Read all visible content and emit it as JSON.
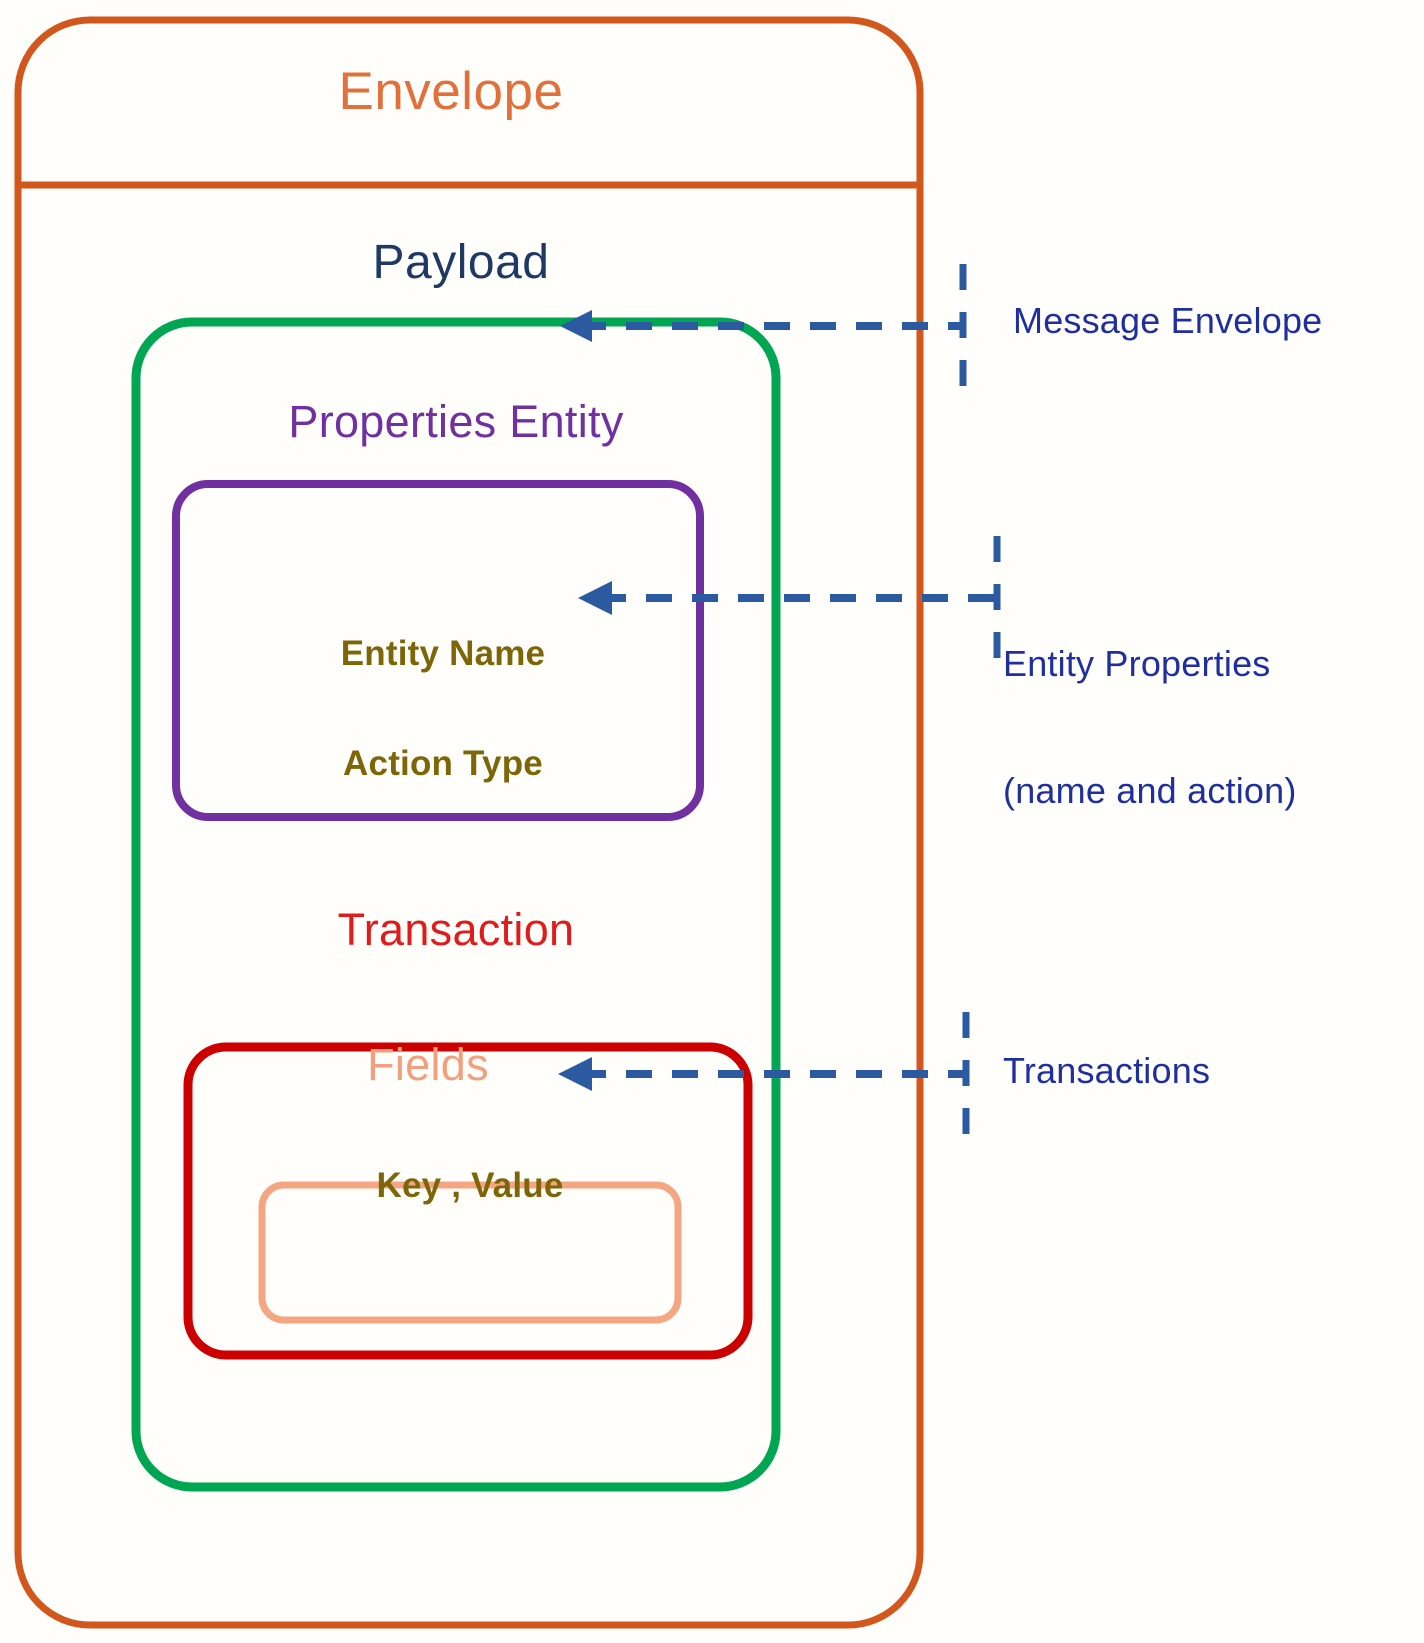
{
  "diagram": {
    "type": "nested-container-diagram",
    "background_color": "#fffefb",
    "containers": [
      {
        "name": "Envelope",
        "label": "Envelope",
        "border_color": "#d2571c",
        "label_color": "#e2703a",
        "level": 0
      },
      {
        "name": "Payload",
        "label": "Payload",
        "border_color": "#00a651",
        "label_color": "#1f3864",
        "level": 1
      },
      {
        "name": "Properties Entity",
        "label": "Properties Entity",
        "border_color": "#7030a0",
        "label_color": "#7030a0",
        "level": 2
      },
      {
        "name": "Transaction",
        "label": "Transaction",
        "border_color": "#cc0000",
        "label_color": "#e01b1b",
        "level": 2
      },
      {
        "name": "Fields",
        "label": "Fields",
        "border_color": "#f4a582",
        "label_color": "#f2a07b",
        "level": 3
      }
    ],
    "properties_entity_contents": {
      "line1": "Entity Name",
      "line2": "Action Type",
      "text_color": "#7d6608"
    },
    "fields_contents": {
      "key_value": "Key , Value",
      "text_color": "#7d6608"
    },
    "annotations": [
      {
        "target": "Payload",
        "label": "Message Envelope",
        "color": "#1f2f9e",
        "arrow": "dashed-left-arrow"
      },
      {
        "target": "Properties Entity",
        "label_line1": "Entity Properties",
        "label_line2": "(name and action)",
        "color": "#1f2f9e",
        "arrow": "dashed-left-arrow"
      },
      {
        "target": "Fields",
        "label": "Transactions",
        "color": "#1f2f9e",
        "arrow": "dashed-left-arrow"
      }
    ]
  }
}
